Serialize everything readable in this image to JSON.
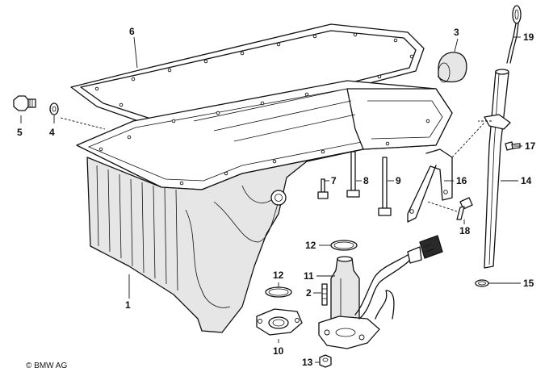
{
  "copyright": "© BMW AG",
  "callouts": {
    "n1": "1",
    "n2": "2",
    "n3": "3",
    "n4": "4",
    "n5": "5",
    "n6": "6",
    "n7": "7",
    "n8": "8",
    "n9": "9",
    "n10": "10",
    "n11": "11",
    "n12a": "12",
    "n12b": "12",
    "n13": "13",
    "n14": "14",
    "n15": "15",
    "n16": "16",
    "n17": "17",
    "n18": "18",
    "n19": "19"
  }
}
